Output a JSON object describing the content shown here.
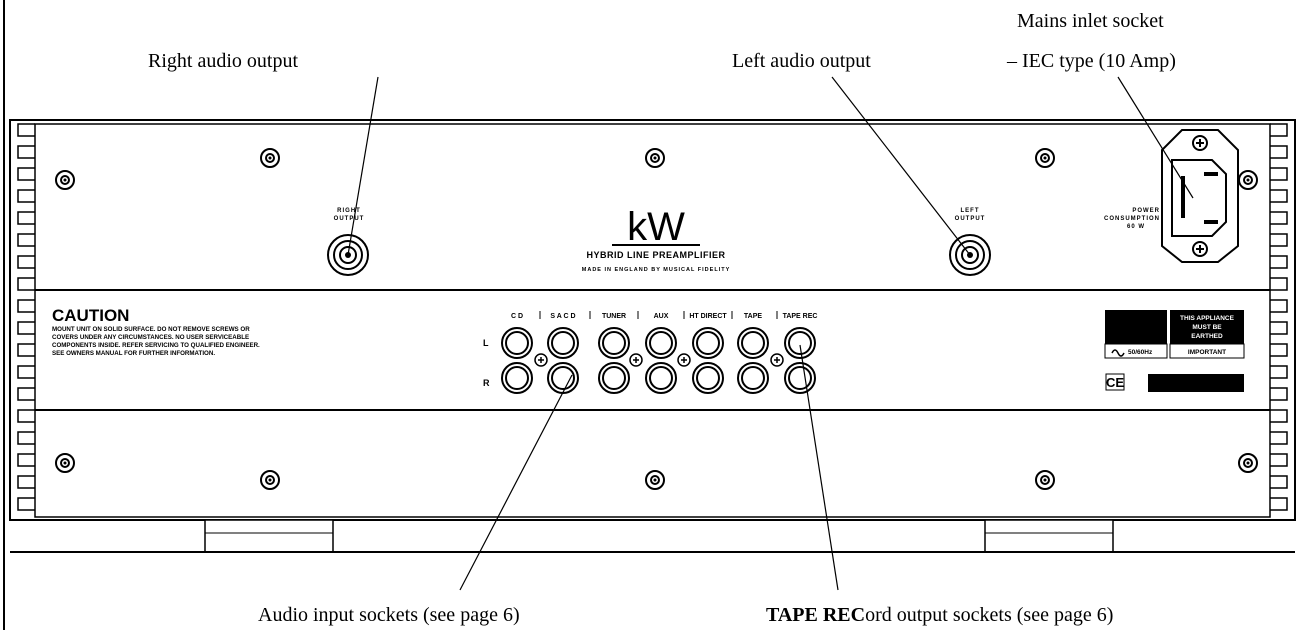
{
  "callouts": {
    "right_output": "Right audio output",
    "left_output": "Left audio output",
    "mains_line1": "Mains inlet socket",
    "mains_line2": "– IEC type (10 Amp)",
    "audio_inputs": "Audio input sockets (see page 6)",
    "tape_rec_bold": "TAPE REC",
    "tape_rec_rest": "ord output sockets (see page 6)"
  },
  "panel": {
    "right_output_label_1": "RIGHT",
    "right_output_label_2": "OUTPUT",
    "left_output_label_1": "LEFT",
    "left_output_label_2": "OUTPUT",
    "brand": "kW",
    "model": "HYBRID LINE PREAMPLIFIER",
    "made_in": "MADE IN ENGLAND BY MUSICAL FIDELITY",
    "power_1": "POWER",
    "power_2": "CONSUMPTION",
    "power_3": "60 W",
    "caution_title": "CAUTION",
    "caution_lines": [
      "MOUNT UNIT ON SOLID SURFACE. DO NOT REMOVE SCREWS OR",
      "COVERS UNDER ANY CIRCUMSTANCES. NO USER SERVICEABLE",
      "COMPONENTS INSIDE. REFER SERVICING TO QUALIFIED ENGINEER.",
      "SEE OWNERS MANUAL FOR FURTHER INFORMATION."
    ],
    "channel_left": "L",
    "channel_right": "R",
    "inputs": [
      "C D",
      "S A C D",
      "TUNER",
      "AUX",
      "HT DIRECT",
      "TAPE",
      "TAPE REC"
    ],
    "earthed_1": "THIS APPLIANCE",
    "earthed_2": "MUST BE",
    "earthed_3": "EARTHED",
    "voltage": "50/60Hz",
    "important": "IMPORTANT",
    "ce_mark": "CE"
  }
}
